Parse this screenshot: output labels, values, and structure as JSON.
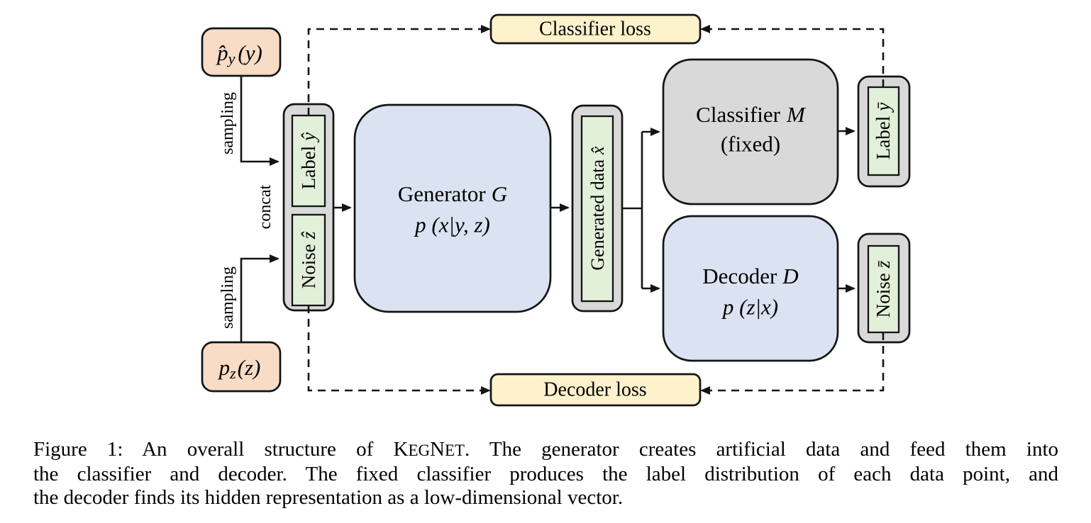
{
  "figure": {
    "prior_y": {
      "p": "p̂",
      "sub": "y",
      "arg": "(y)"
    },
    "prior_z": {
      "p": "p",
      "sub": "z",
      "arg": "(z)"
    },
    "sampling_top": "sampling",
    "sampling_bottom": "sampling",
    "concat": "concat",
    "label_y_hat": {
      "word": "Label",
      "var": "ŷ"
    },
    "noise_z_hat": {
      "word": "Noise",
      "var": "ẑ"
    },
    "generator": {
      "word": "Generator",
      "symbol": "G",
      "formula": "p (x|y, z)"
    },
    "generated_data": {
      "word": "Generated data",
      "var": "x̂"
    },
    "classifier": {
      "word": "Classifier",
      "symbol": "M",
      "note": "(fixed)"
    },
    "decoder": {
      "word": "Decoder",
      "symbol": "D",
      "formula": "p (z|x)"
    },
    "label_y_bar": {
      "word": "Label",
      "var": "ȳ"
    },
    "noise_z_bar": {
      "word": "Noise",
      "var": "z̄"
    },
    "classifier_loss": "Classifier loss",
    "decoder_loss": "Decoder loss"
  },
  "caption": {
    "l1_pre": "Figure 1: An overall structure of K",
    "l1_sc1": "EG",
    "l1_mid": "N",
    "l1_sc2": "ET",
    "l1_post": ". The generator creates artificial data and feed them into",
    "line2": "the classifier and decoder. The fixed classifier produces the label distribution of each data point, and",
    "line3": "the decoder finds its hidden representation as a low-dimensional vector."
  },
  "colors": {
    "prior_fill": "#f8dcc6",
    "network_fill": "#dbe2f2",
    "container_fill": "#d9d9d9",
    "data_fill": "#e2f0d9",
    "loss_fill": "#fdf2cc",
    "line": "#141414"
  }
}
